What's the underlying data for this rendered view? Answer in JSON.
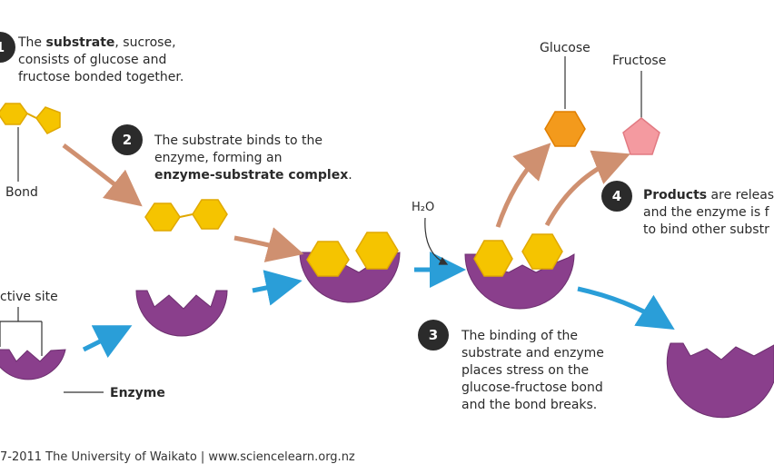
{
  "steps": {
    "s1": {
      "badge": "1",
      "line1_bold": "substrate",
      "line1_pre": "The ",
      "line1_post": ", sucrose,",
      "line2": "consists of glucose and",
      "line3": "fructose bonded together."
    },
    "s2": {
      "badge": "2",
      "line1": "The substrate binds to the",
      "line2": "enzyme, forming an",
      "line3_bold": "enzyme-substrate complex",
      "line3_post": "."
    },
    "s3": {
      "badge": "3",
      "line1": "The binding of the",
      "line2": "substrate and enzyme",
      "line3": "places stress on the",
      "line4": "glucose-fructose bond",
      "line5": "and the bond breaks."
    },
    "s4": {
      "badge": "4",
      "line1_bold": "Products",
      "line1_post": " are releas",
      "line2": "and the enzyme is f",
      "line3": "to bind other substr"
    }
  },
  "labels": {
    "bond": "Bond",
    "active_site": "ctive site",
    "enzyme": "Enzyme",
    "water": "H₂O",
    "glucose": "Glucose",
    "fructose": "Fructose"
  },
  "footer": "7-2011 The University of Waikato | www.sciencelearn.org.nz",
  "colors": {
    "substrate": "#f5c400",
    "enzyme": "#8a3f8c",
    "glucose": "#f39a1c",
    "fructose": "#f49aa0",
    "arrow_blue": "#2a9ed8",
    "arrow_brown": "#cf9070",
    "badge": "#2b2b2b"
  }
}
